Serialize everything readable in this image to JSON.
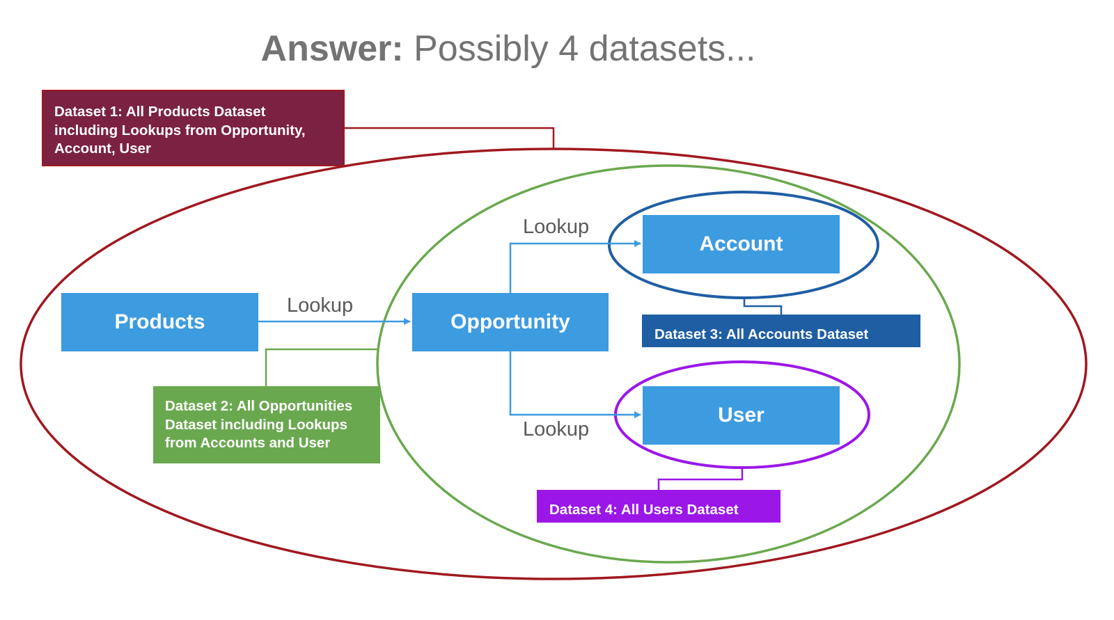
{
  "title": {
    "bold": "Answer:",
    "rest": "Possibly 4 datasets..."
  },
  "nodes": {
    "products": "Products",
    "opportunity": "Opportunity",
    "account": "Account",
    "user": "User"
  },
  "edges": {
    "products_opportunity": "Lookup",
    "opportunity_account": "Lookup",
    "opportunity_user": "Lookup"
  },
  "datasets": {
    "d1": "Dataset 1: All Products Dataset including Lookups from Opportunity, Account, User",
    "d2": "Dataset 2: All Opportunities Dataset including Lookups from Accounts and User",
    "d3": "Dataset 3: All Accounts Dataset",
    "d4": "Dataset 4: All Users Dataset"
  },
  "colors": {
    "node": "#3d9be0",
    "dataset1": "#7b2141",
    "dataset1_outline": "#a01820",
    "dataset2": "#6aa84f",
    "dataset3": "#1f5ea3",
    "dataset4": "#9b17e8"
  }
}
